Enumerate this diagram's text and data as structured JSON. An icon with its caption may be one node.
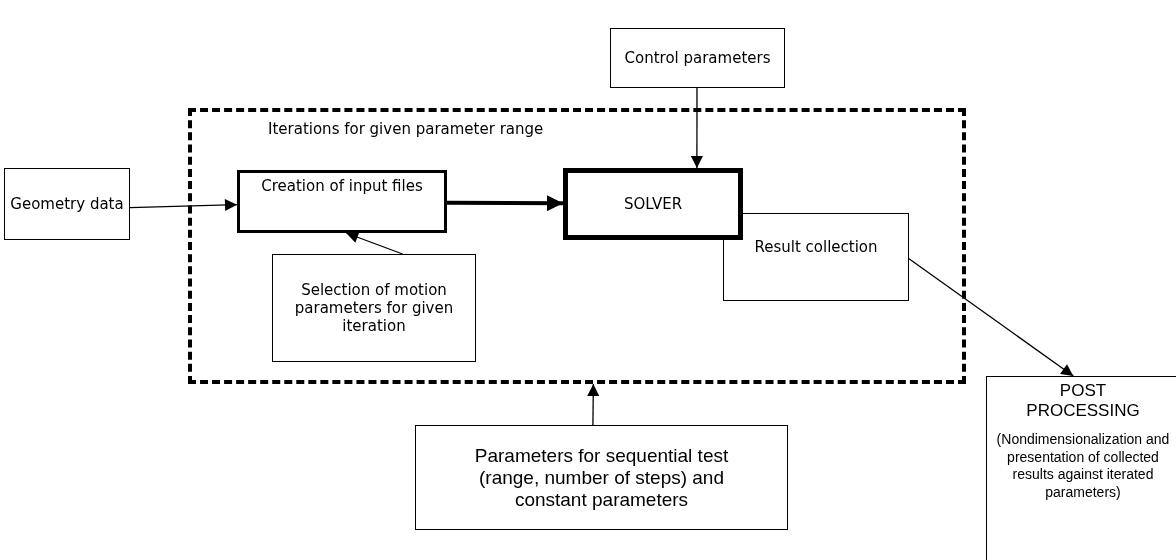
{
  "diagram": {
    "nodes": [
      {
        "text": [
          "Iterations for given parameter range"
        ]
      },
      {
        "text": [
          "Control parameters"
        ]
      },
      {
        "text": [
          "Geometry data"
        ]
      },
      {
        "text": [
          "Creation of input files"
        ],
        "in": 0
      },
      {
        "text": [
          "SOLVER"
        ],
        "in": 0
      },
      {
        "text": [
          "Result collection"
        ],
        "in": 0
      },
      {
        "text": [
          "Selection of motion parameters for given iteration"
        ],
        "in": 0
      },
      {
        "text": [
          "Parameters for sequential test (range, number of steps) and constant parameters"
        ]
      },
      {
        "text": [
          "POST PROCESSING",
          "(Nondimensionalization and presentation of collected results against iterated parameters)"
        ]
      }
    ],
    "edges": [
      {
        "from": 1,
        "to": 4,
        "arrow": "to"
      },
      {
        "from": 2,
        "to": 3,
        "arrow": "to"
      },
      {
        "from": 3,
        "to": 4,
        "arrow": "to",
        "style": "thick"
      },
      {
        "from": 6,
        "to": 3,
        "arrow": "to"
      },
      {
        "from": 5,
        "to": 8,
        "arrow": "to"
      },
      {
        "from": 7,
        "to": 0,
        "arrow": "to"
      }
    ]
  }
}
